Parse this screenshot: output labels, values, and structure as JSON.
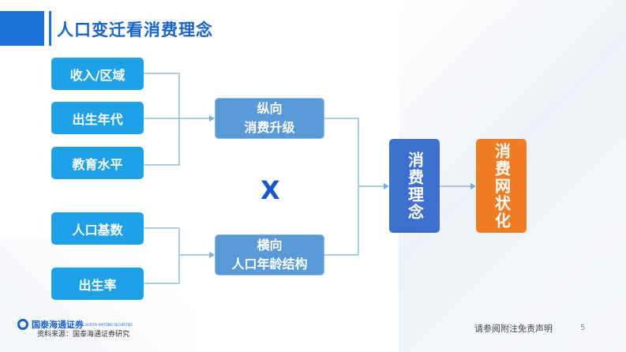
{
  "title": "人口变迁看消费理念",
  "inputs_vertical": [
    "收入/区域",
    "出生年代",
    "教育水平"
  ],
  "inputs_horizontal": [
    "人口基数",
    "出生率"
  ],
  "mid_vertical": {
    "line1": "纵向",
    "line2": "消费升级"
  },
  "mid_horizontal": {
    "line1": "横向",
    "line2": "人口年龄结构"
  },
  "operator": "X",
  "concept": "消费理念",
  "network": "消费网状化",
  "footer": {
    "brand": "国泰海通证券",
    "brand_en": "GUOTAI HAITONG SECURITIES",
    "source": "资料来源：国泰海通证券研究",
    "disclaimer": "请参阅附注免责声明",
    "page": "5"
  },
  "colors": {
    "leaf": "#1ea1e6",
    "mid": "#5a9ad8",
    "concept": "#3d6fcf",
    "network": "#f07c24",
    "title": "#1a64c8"
  }
}
